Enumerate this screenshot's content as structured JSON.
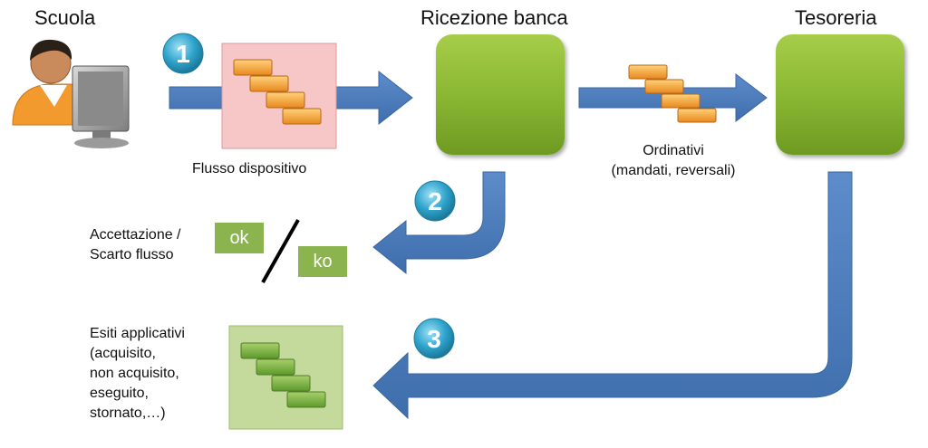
{
  "nodes": {
    "scuola": "Scuola",
    "ricezione_banca": "Ricezione banca",
    "tesoreria": "Tesoreria"
  },
  "steps": [
    "1",
    "2",
    "3"
  ],
  "labels": {
    "flusso_dispositivo": "Flusso dispositivo",
    "ordinativi_line1": "Ordinativi",
    "ordinativi_line2": "(mandati, reversali)",
    "accettazione_line1": "Accettazione /",
    "accettazione_line2": "Scarto flusso",
    "esiti_lines": [
      "Esiti applicativi",
      "(acquisito,",
      "non acquisito,",
      "eseguito,",
      "stornato,…)"
    ]
  },
  "status": {
    "ok": "ok",
    "ko": "ko"
  },
  "colors": {
    "arrow": "#4f7fbe",
    "arrow_dark": "#3b669f",
    "node_green": "#8ab833",
    "doc_orange": "#f29a2e",
    "doc_green": "#6ea33a",
    "flow_box_red": "#f7c6c6",
    "results_box_green": "#c4d99c",
    "status_green": "#8cb44e",
    "step_circle": "#2ea3cc"
  },
  "icons": {
    "user": "user-at-computer-icon"
  }
}
